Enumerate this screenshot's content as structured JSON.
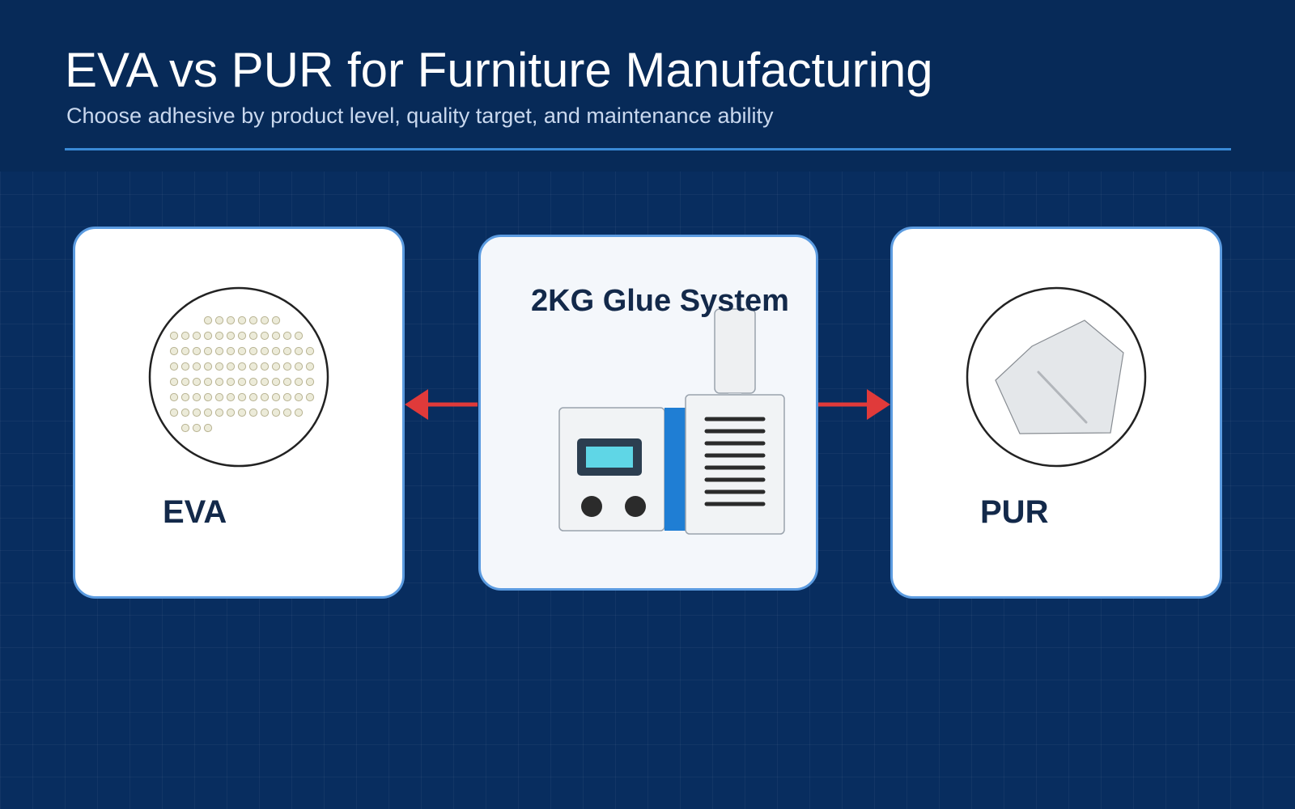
{
  "header": {
    "title": "EVA vs PUR for Furniture Manufacturing",
    "subtitle": "Choose adhesive by product level, quality target, and maintenance ability"
  },
  "cards": {
    "left": {
      "label": "EVA"
    },
    "center": {
      "label": "2KG Glue System"
    },
    "right": {
      "label": "PUR"
    }
  },
  "colors": {
    "background": "#082d5f",
    "accent_line": "#3a8ad6",
    "card_border": "#5b9be0",
    "arrow": "#e03a3a",
    "machine_blue": "#1f7ed4",
    "screen": "#5fd6e6"
  },
  "icons": {
    "left": "pellet-granules-icon",
    "center": "glue-machine-icon",
    "right": "pur-block-icon"
  }
}
